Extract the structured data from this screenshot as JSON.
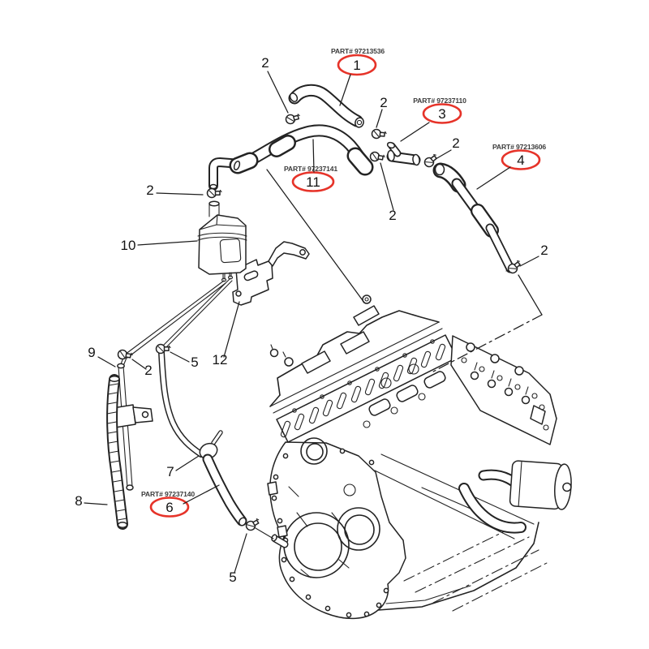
{
  "figure": {
    "kind": "exploded parts diagram"
  },
  "colors": {
    "background": "#ffffff",
    "line_art": "#232323",
    "highlight_ellipse": "#e63329",
    "part_number_text": "#3b3b3b",
    "callout_number_text": "#141414"
  },
  "parts": [
    {
      "ref": "1",
      "part_number": "PART# 97213536",
      "highlighted": true
    },
    {
      "ref": "2",
      "highlighted": false
    },
    {
      "ref": "3",
      "part_number": "PART# 97237110",
      "highlighted": true
    },
    {
      "ref": "4",
      "part_number": "PART# 97213606",
      "highlighted": true
    },
    {
      "ref": "5",
      "highlighted": false
    },
    {
      "ref": "6",
      "part_number": "PART# 97237140",
      "highlighted": true
    },
    {
      "ref": "7",
      "highlighted": false
    },
    {
      "ref": "8",
      "highlighted": false
    },
    {
      "ref": "9",
      "highlighted": false
    },
    {
      "ref": "10",
      "highlighted": false
    },
    {
      "ref": "11",
      "part_number": "PART# 97237141",
      "highlighted": true
    },
    {
      "ref": "12",
      "highlighted": false
    }
  ]
}
